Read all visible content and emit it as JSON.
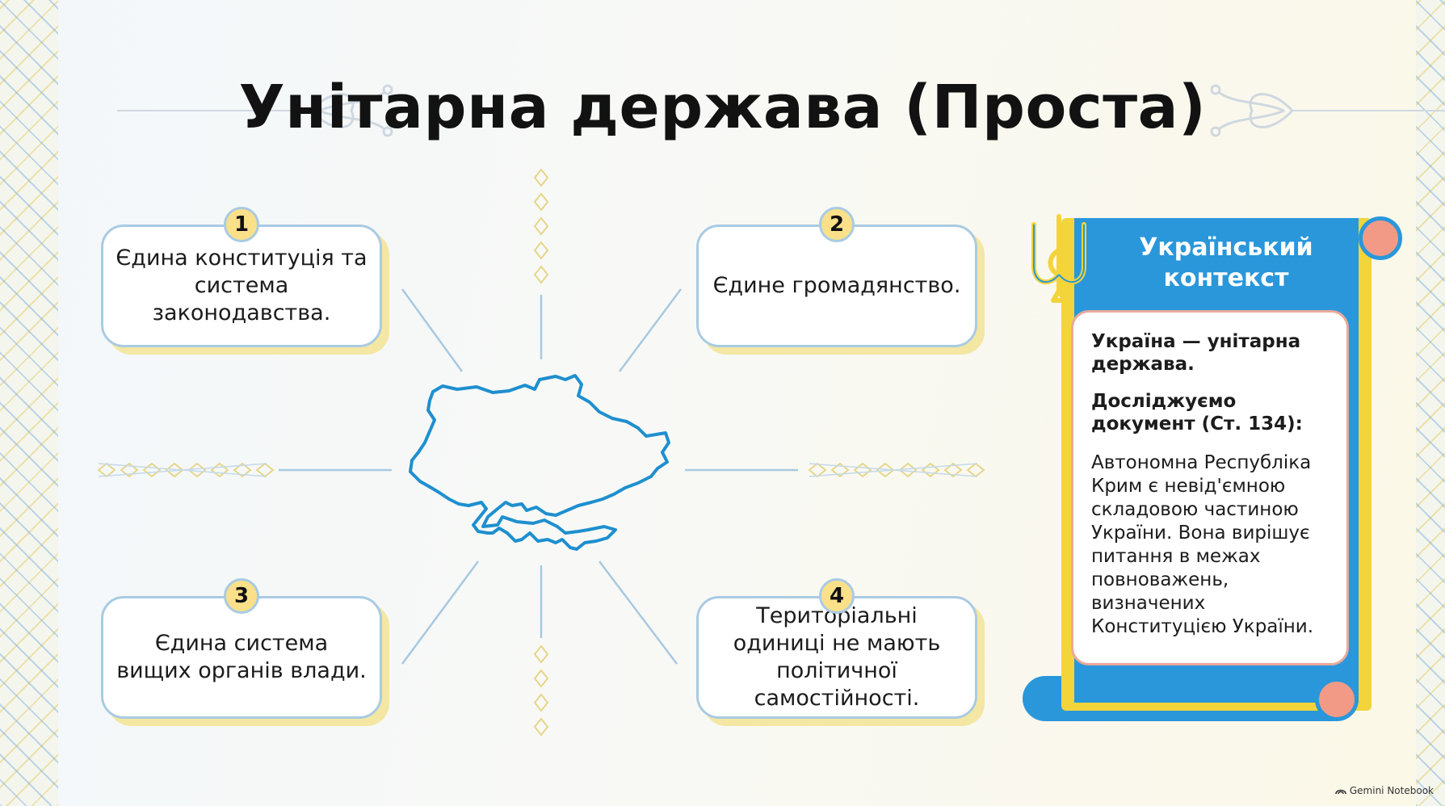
{
  "title": "Унітарна держава (Проста)",
  "features": [
    {
      "num": "1",
      "text": "Єдина конституція та система законодавства."
    },
    {
      "num": "2",
      "text": "Єдине громадянство."
    },
    {
      "num": "3",
      "text": "Єдина система вищих органів влади."
    },
    {
      "num": "4",
      "text": "Територіальні одиниці не мають політичної самостійності."
    }
  ],
  "context": {
    "title": "Український контекст",
    "lead": "Україна — унітарна держава.",
    "doc": "Досліджуємо документ (Ст. 134):",
    "text": "Автономна Республіка Крим є невід'ємною складовою частиною України. Вона вирішує питання в межах повноважень, визначених Конституцією України."
  },
  "brand": "Gemini Notebook",
  "colors": {
    "accent_blue": "#2a97db",
    "accent_yellow": "#f3d43a",
    "badge": "#fbe08a",
    "map_outline": "#1e8fcf"
  },
  "icons": [
    "ukraine-map-icon",
    "trident-icon",
    "ornament-icon"
  ]
}
